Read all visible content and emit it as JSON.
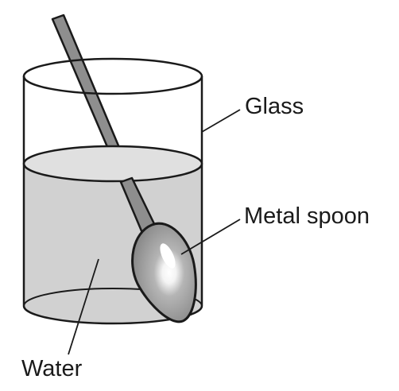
{
  "labels": {
    "glass": "Glass",
    "metal_spoon": "Metal spoon",
    "water": "Water"
  },
  "colors": {
    "outline": "#1a1a1a",
    "water_fill": "#d1d1d1",
    "spoon_fill": "#8e8e8e",
    "background": "#ffffff"
  }
}
